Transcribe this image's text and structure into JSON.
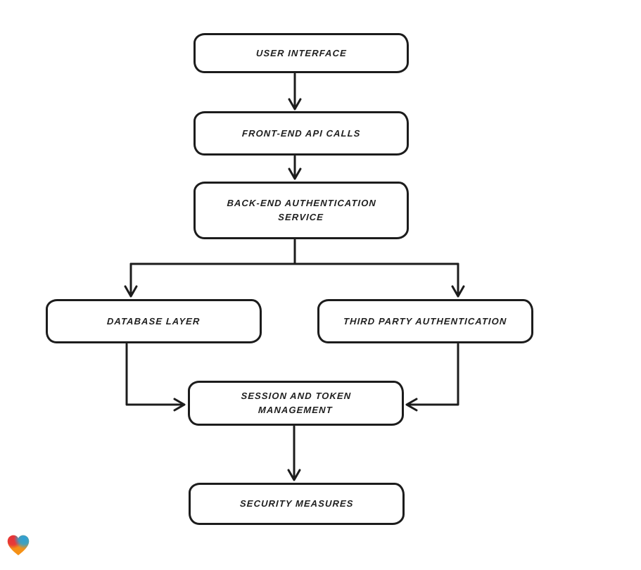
{
  "diagram": {
    "type": "flowchart",
    "background": "#ffffff",
    "stroke_color": "#1c1c1c",
    "text_color": "#1f1f1f",
    "nodes": [
      {
        "id": "user-interface",
        "label": "USER INTERFACE",
        "lines": [
          "USER INTERFACE"
        ]
      },
      {
        "id": "front-end-api-calls",
        "label": "FRONT-END API CALLS",
        "lines": [
          "FRONT-END API CALLS"
        ]
      },
      {
        "id": "back-end-authentication-service",
        "label": "BACK-END AUTHENTICATION SERVICE",
        "lines": [
          "BACK-END AUTHENTICATION",
          "SERVICE"
        ]
      },
      {
        "id": "database-layer",
        "label": "DATABASE LAYER",
        "lines": [
          "DATABASE LAYER"
        ]
      },
      {
        "id": "third-party-authentication",
        "label": "THIRD PARTY AUTHENTICATION",
        "lines": [
          "THIRD PARTY AUTHENTICATION"
        ]
      },
      {
        "id": "session-and-token-management",
        "label": "SESSION AND TOKEN MANAGEMENT",
        "lines": [
          "SESSION AND TOKEN",
          "MANAGEMENT"
        ]
      },
      {
        "id": "security-measures",
        "label": "SECURITY MEASURES",
        "lines": [
          "SECURITY MEASURES"
        ]
      }
    ],
    "edges": [
      {
        "from": "user-interface",
        "to": "front-end-api-calls"
      },
      {
        "from": "front-end-api-calls",
        "to": "back-end-authentication-service"
      },
      {
        "from": "back-end-authentication-service",
        "to": "database-layer"
      },
      {
        "from": "back-end-authentication-service",
        "to": "third-party-authentication"
      },
      {
        "from": "database-layer",
        "to": "session-and-token-management"
      },
      {
        "from": "third-party-authentication",
        "to": "session-and-token-management"
      },
      {
        "from": "session-and-token-management",
        "to": "security-measures"
      }
    ],
    "watermark": {
      "icon": "heart-gradient-icon",
      "colors": {
        "red": "#e63b3f",
        "blue": "#2d9fd8",
        "orange": "#f59116"
      }
    }
  }
}
